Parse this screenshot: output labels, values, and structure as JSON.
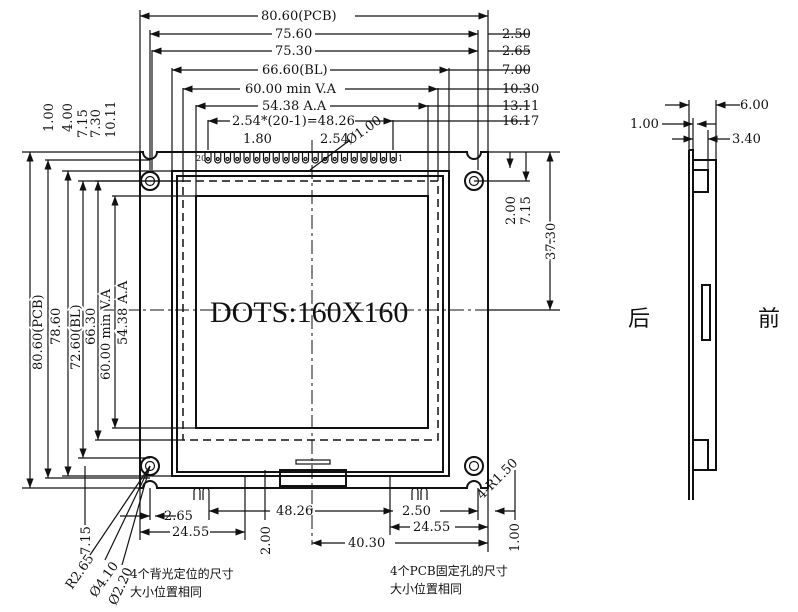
{
  "top_dims": {
    "pcb_width": "80.60(PCB)",
    "hole_span_outer": "75.60",
    "hole_span_inner": "75.30",
    "backlight_width": "66.60(BL)",
    "view_area_width": "60.00 min V.A",
    "active_area_width": "54.38 A.A",
    "pin_span": "2.54*(20-1)=48.26",
    "pin_width": "1.80",
    "pin_pitch": "2.54",
    "pin_hole_dia": "Ø1.00"
  },
  "right_offsets": [
    "2.50",
    "2.65",
    "7.00",
    "10.30",
    "13.11",
    "16.17"
  ],
  "top_left_offsets": [
    "1.00",
    "4.00",
    "7.15",
    "7.30",
    "10.11"
  ],
  "left_dims": [
    "80.60(PCB)",
    "78.60",
    "72.60(BL)",
    "66.30",
    "60.00 min V.A",
    "54.38 A.A"
  ],
  "right_dims": [
    "2.00",
    "7.15",
    "37.30"
  ],
  "pin_labels": {
    "first": "20",
    "last": "1"
  },
  "display_label": "DOTS:160X160",
  "corner_radius": "4-R1.50",
  "bottom_dims": {
    "left_offset": "7.15",
    "left_hole_offset": "2.65",
    "left_span": "24.55",
    "height_small": "2.00",
    "center_span": "48.26",
    "right_hole_offset": "2.50",
    "right_span": "24.55",
    "center_to_edge": "40.30",
    "right_small": "1.00"
  },
  "hole_callouts": [
    "R2.65",
    "Ø4.10",
    "Ø2.20"
  ],
  "notes": {
    "backlight_line1": "4个背光定位的尺寸",
    "backlight_line2": "大小位置相同",
    "pcb_line1": "4个PCB固定孔的尺寸",
    "pcb_line2": "大小位置相同"
  },
  "side_view": {
    "thickness": "6.00",
    "offset": "1.00",
    "pcb_to_front": "3.40",
    "back_label": "后",
    "front_label": "前"
  }
}
